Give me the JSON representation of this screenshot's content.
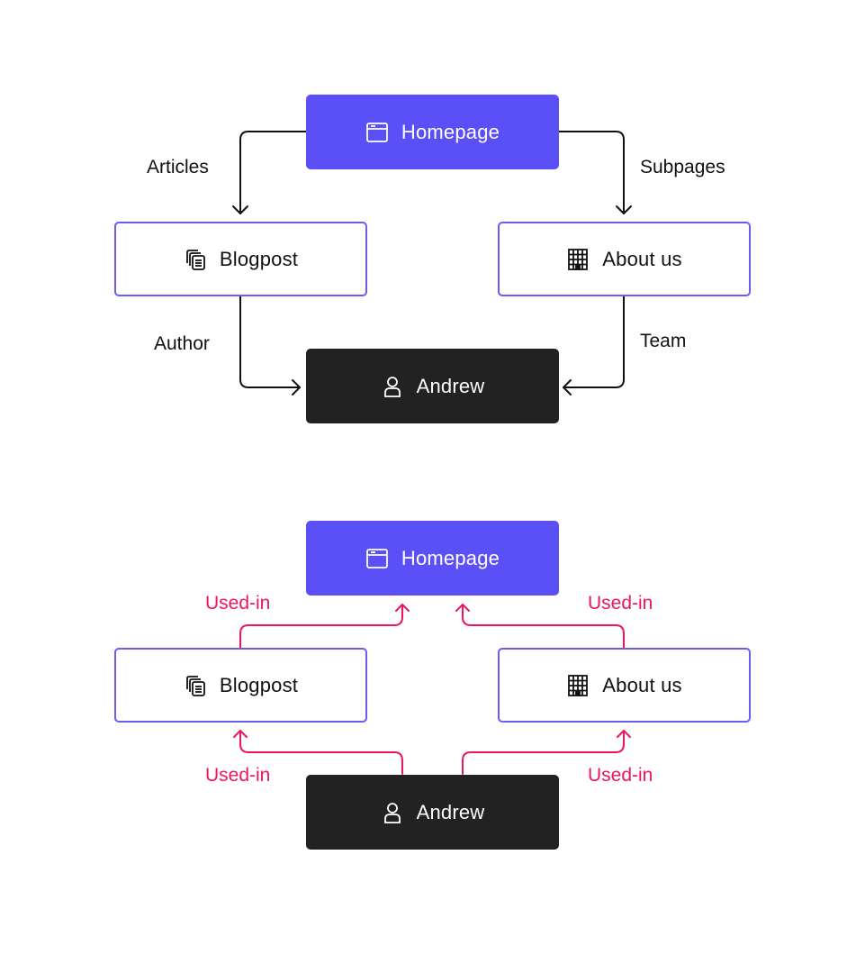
{
  "colors": {
    "primary": "#5b50f8",
    "outline_border": "#6a5df6",
    "dark": "#222222",
    "connector_black": "#111111",
    "connector_pink": "#ee1560"
  },
  "top_diagram": {
    "homepage": {
      "label": "Homepage",
      "icon": "browser-window-icon"
    },
    "blogpost": {
      "label": "Blogpost",
      "icon": "documents-icon"
    },
    "about_us": {
      "label": "About us",
      "icon": "building-icon"
    },
    "andrew": {
      "label": "Andrew",
      "icon": "user-icon"
    },
    "edges": {
      "articles": "Articles",
      "subpages": "Subpages",
      "author": "Author",
      "team": "Team"
    }
  },
  "bottom_diagram": {
    "homepage": {
      "label": "Homepage",
      "icon": "browser-window-icon"
    },
    "blogpost": {
      "label": "Blogpost",
      "icon": "documents-icon"
    },
    "about_us": {
      "label": "About us",
      "icon": "building-icon"
    },
    "andrew": {
      "label": "Andrew",
      "icon": "user-icon"
    },
    "edges": {
      "blog_to_home": "Used-in",
      "about_to_home": "Used-in",
      "andrew_to_blog": "Used-in",
      "andrew_to_about": "Used-in"
    }
  }
}
